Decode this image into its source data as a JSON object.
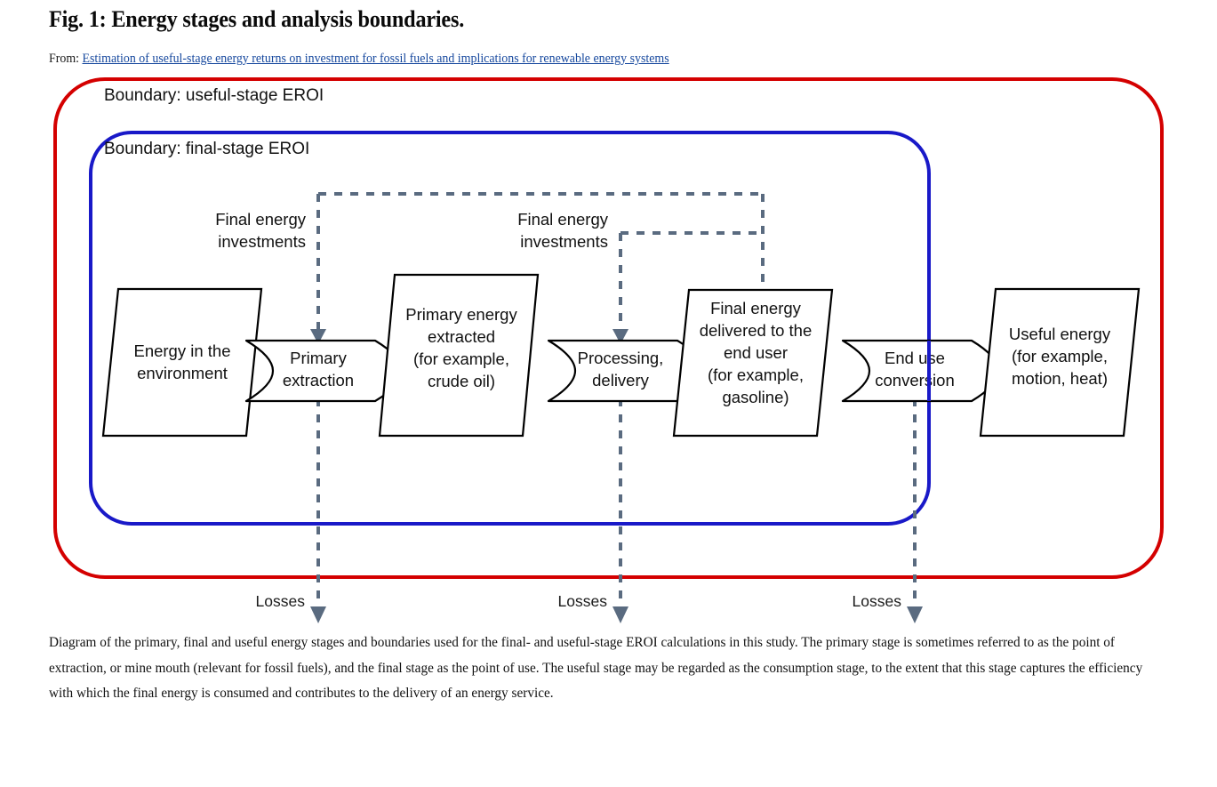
{
  "figure": {
    "title": "Fig. 1: Energy stages and analysis boundaries.",
    "from_label": "From:",
    "source_link": "Estimation of useful-stage energy returns on investment for fossil fuels and implications for renewable energy systems",
    "caption": "Diagram of the primary, final and useful energy stages and boundaries used for the final- and useful-stage EROI calculations in this study. The primary stage is sometimes referred to as the point of extraction, or mine mouth (relevant for fossil fuels), and the final stage as the point of use. The useful stage may be regarded as the consumption stage, to the extent that this stage captures the efficiency with which the final energy is consumed and contributes to the delivery of an energy service."
  },
  "colors": {
    "useful_boundary": "#d40000",
    "final_boundary": "#1919c8",
    "dashed_flow": "#5a6b80",
    "shape_stroke": "#000000",
    "link": "#16489e"
  },
  "diagram": {
    "boundaries": [
      {
        "name": "useful-stage",
        "label": "Boundary: useful-stage EROI",
        "color": "#d40000"
      },
      {
        "name": "final-stage",
        "label": "Boundary: final-stage EROI",
        "color": "#1919c8"
      }
    ],
    "stages": [
      {
        "id": "energy-in-environment",
        "type": "store",
        "lines": [
          "Energy in the",
          "environment"
        ]
      },
      {
        "id": "primary-extraction",
        "type": "process",
        "lines": [
          "Primary",
          "extraction"
        ]
      },
      {
        "id": "primary-energy-extracted",
        "type": "store",
        "lines": [
          "Primary energy",
          "extracted",
          "(for example,",
          "crude oil)"
        ]
      },
      {
        "id": "processing-delivery",
        "type": "process",
        "lines": [
          "Processing,",
          "delivery"
        ]
      },
      {
        "id": "final-energy-delivered",
        "type": "store",
        "lines": [
          "Final energy",
          "delivered to the",
          "end user",
          "(for example,",
          "gasoline)"
        ]
      },
      {
        "id": "end-use-conversion",
        "type": "process",
        "lines": [
          "End use",
          "conversion"
        ]
      },
      {
        "id": "useful-energy",
        "type": "store",
        "lines": [
          "Useful energy",
          "(for example,",
          "motion, heat)"
        ]
      }
    ],
    "investment_labels": [
      {
        "id": "investment-label-left",
        "lines": [
          "Final energy",
          "investments"
        ]
      },
      {
        "id": "investment-label-right",
        "lines": [
          "Final energy",
          "investments"
        ]
      }
    ],
    "loss_labels": [
      {
        "id": "losses-1",
        "text": "Losses"
      },
      {
        "id": "losses-2",
        "text": "Losses"
      },
      {
        "id": "losses-3",
        "text": "Losses"
      }
    ]
  }
}
